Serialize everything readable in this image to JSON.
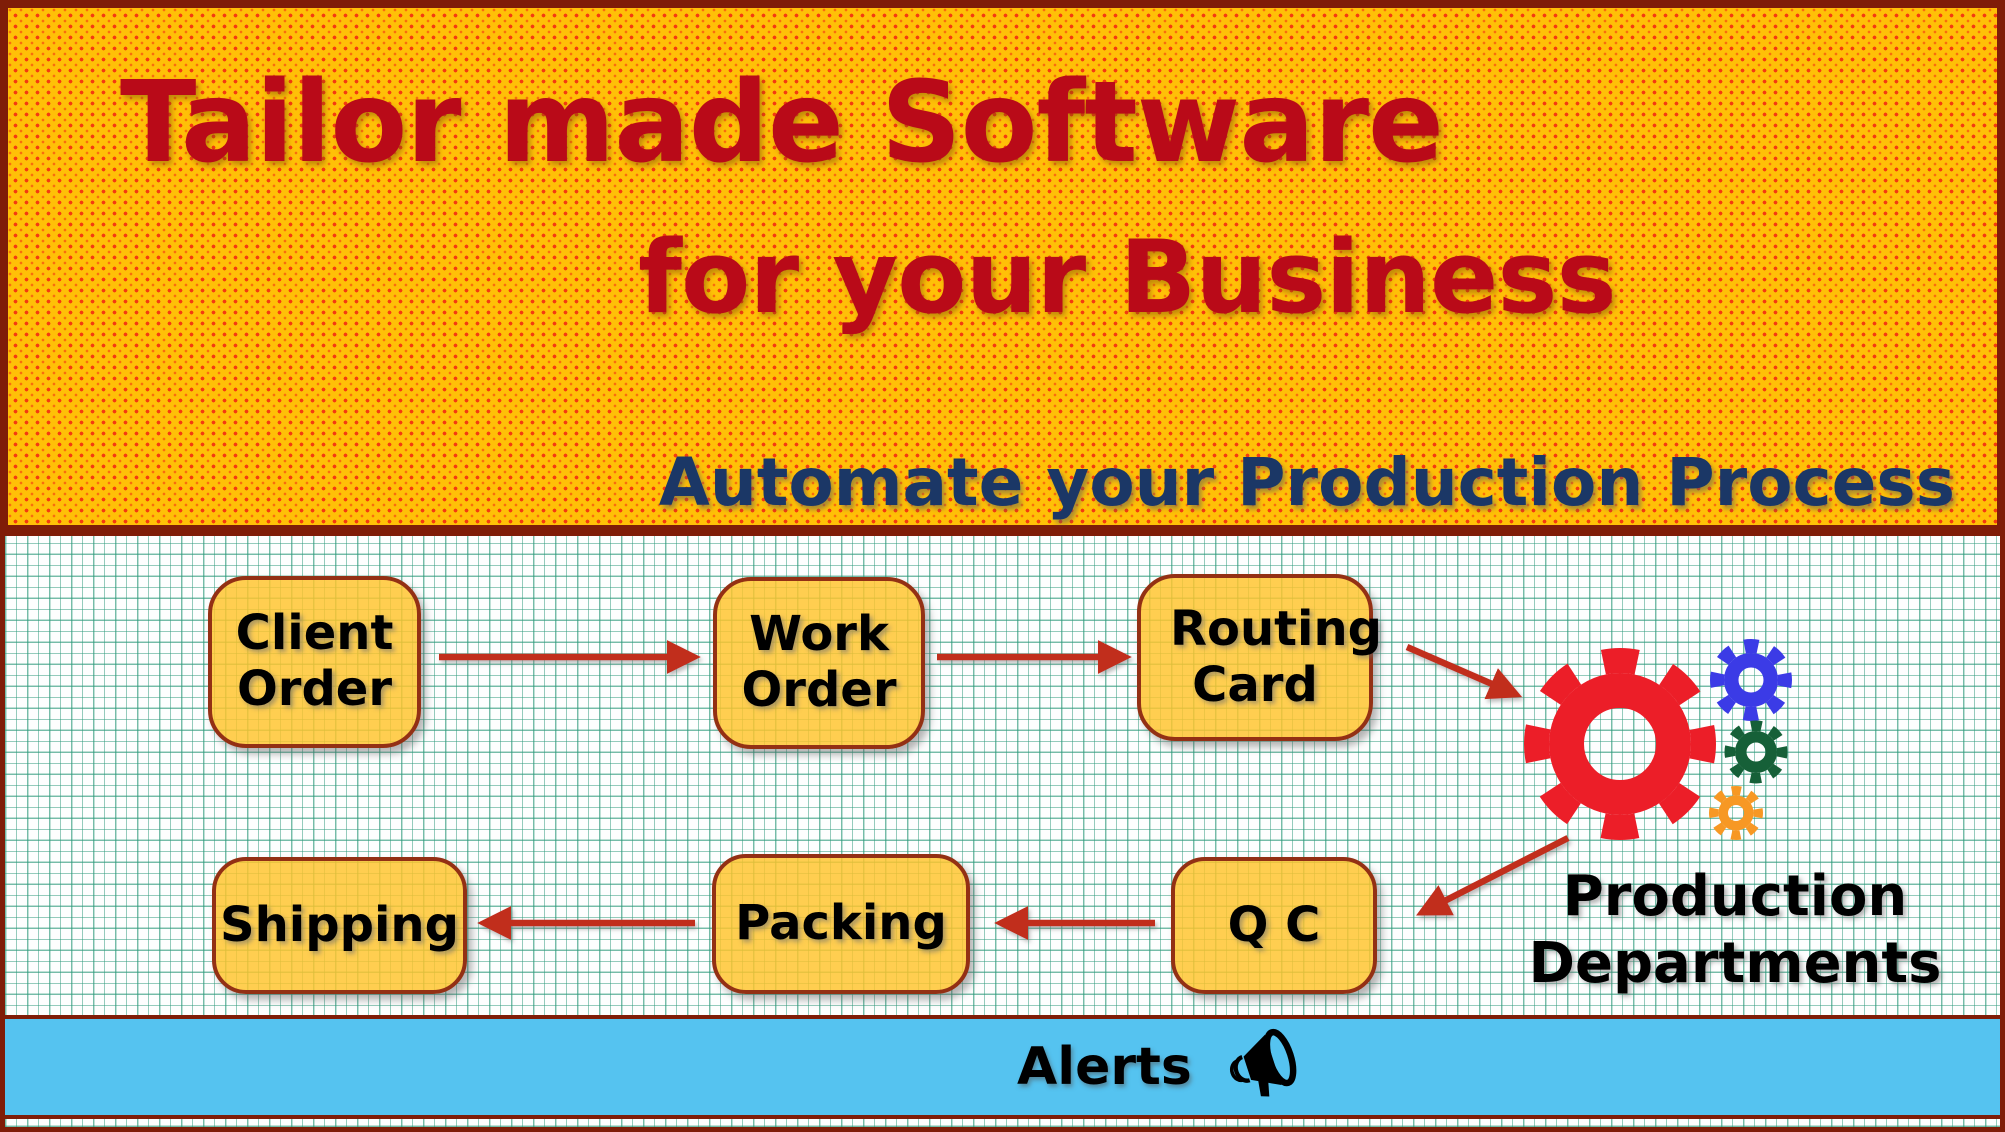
{
  "banner": {
    "title_line1": "Tailor made Software",
    "title_line2": "for your Business",
    "subtitle": "Automate your Production Process",
    "background_color": "#FFC007",
    "dot_color": "#F43A10",
    "title_color": "#B90A18",
    "subtitle_color": "#1B3766",
    "border_color": "#7F1D08"
  },
  "flow": {
    "boxes": [
      {
        "label": "Client Order"
      },
      {
        "label": "Work Order"
      },
      {
        "label": "Routing Card"
      },
      {
        "label": "Shipping"
      },
      {
        "label": "Packing"
      },
      {
        "label": "Q C"
      }
    ],
    "production_line1": "Production",
    "production_line2": "Departments",
    "arrow_color": "#C12D1F",
    "box_fill_color": "#FFC92D",
    "box_border_color": "#933014",
    "grid_color": "#2C997A",
    "gears": [
      {
        "name": "gear-red",
        "color": "#EC1E28"
      },
      {
        "name": "gear-blue",
        "color": "#3B3BE6"
      },
      {
        "name": "gear-green",
        "color": "#166038"
      },
      {
        "name": "gear-orange",
        "color": "#F79824"
      }
    ]
  },
  "alerts_bar": {
    "label": "Alerts",
    "background_color": "#55C3F0",
    "icon": "megaphone-icon"
  }
}
